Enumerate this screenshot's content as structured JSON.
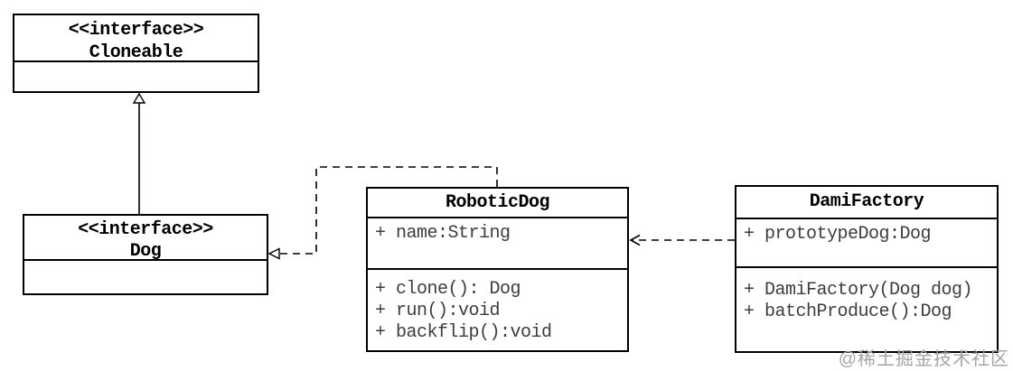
{
  "diagram": {
    "kind": "uml-class-diagram",
    "background_color": "#ffffff",
    "line_color": "#000000",
    "title_text_color": "#000000",
    "member_text_color": "#3d3d3d",
    "watermark_color": "#a6a6a6"
  },
  "nodes": {
    "cloneable": {
      "stereotype": "<<interface>>",
      "name": "Cloneable",
      "attributes": [],
      "methods": []
    },
    "dog": {
      "stereotype": "<<interface>>",
      "name": "Dog",
      "attributes": [],
      "methods": []
    },
    "roboticdog": {
      "name": "RoboticDog",
      "attributes": [
        "+ name:String"
      ],
      "methods": [
        "+ clone(): Dog",
        "+ run():void",
        "+ backflip():void"
      ]
    },
    "damifactory": {
      "name": "DamiFactory",
      "attributes": [
        "+ prototypeDog:Dog"
      ],
      "methods": [
        "+ DamiFactory(Dog dog)",
        "+ batchProduce():Dog"
      ]
    }
  },
  "relationships": [
    {
      "from": "Dog",
      "to": "Cloneable",
      "type": "generalization",
      "line": "solid",
      "arrowhead": "hollow-triangle"
    },
    {
      "from": "RoboticDog",
      "to": "Dog",
      "type": "realization",
      "line": "dashed",
      "arrowhead": "hollow-triangle"
    },
    {
      "from": "DamiFactory",
      "to": "RoboticDog",
      "type": "dependency",
      "line": "dashed",
      "arrowhead": "open"
    }
  ],
  "watermark": {
    "text": "@稀土掘金技术社区"
  }
}
